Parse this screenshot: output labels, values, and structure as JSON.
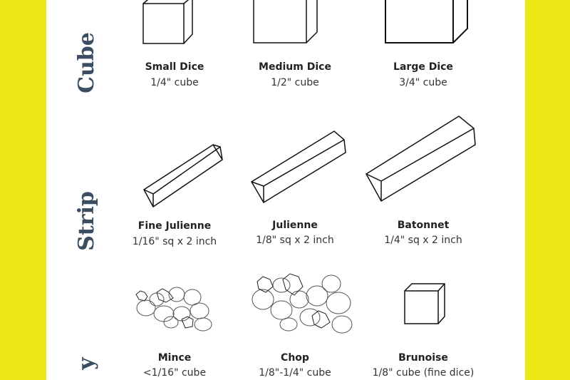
{
  "colors": {
    "background": "#ece815",
    "panel": "#ffffff",
    "category": "#3b4d61"
  },
  "categories": [
    {
      "label": "Cube",
      "items": [
        {
          "name": "Small Dice",
          "size": "1/4\" cube"
        },
        {
          "name": "Medium Dice",
          "size": "1/2\" cube"
        },
        {
          "name": "Large Dice",
          "size": "3/4\" cube"
        }
      ]
    },
    {
      "label": "Strip",
      "items": [
        {
          "name": "Fine Julienne",
          "size": "1/16\" sq  x 2 inch"
        },
        {
          "name": "Julienne",
          "size": "1/8\" sq x 2 inch"
        },
        {
          "name": "Batonnet",
          "size": "1/4\" sq x  2 inch"
        }
      ]
    },
    {
      "label": "y",
      "items": [
        {
          "name": "Mince",
          "size": "<1/16\" cube"
        },
        {
          "name": "Chop",
          "size": "1/8\"-1/4\" cube"
        },
        {
          "name": "Brunoise",
          "size": "1/8\" cube (fine dice)"
        }
      ]
    }
  ]
}
